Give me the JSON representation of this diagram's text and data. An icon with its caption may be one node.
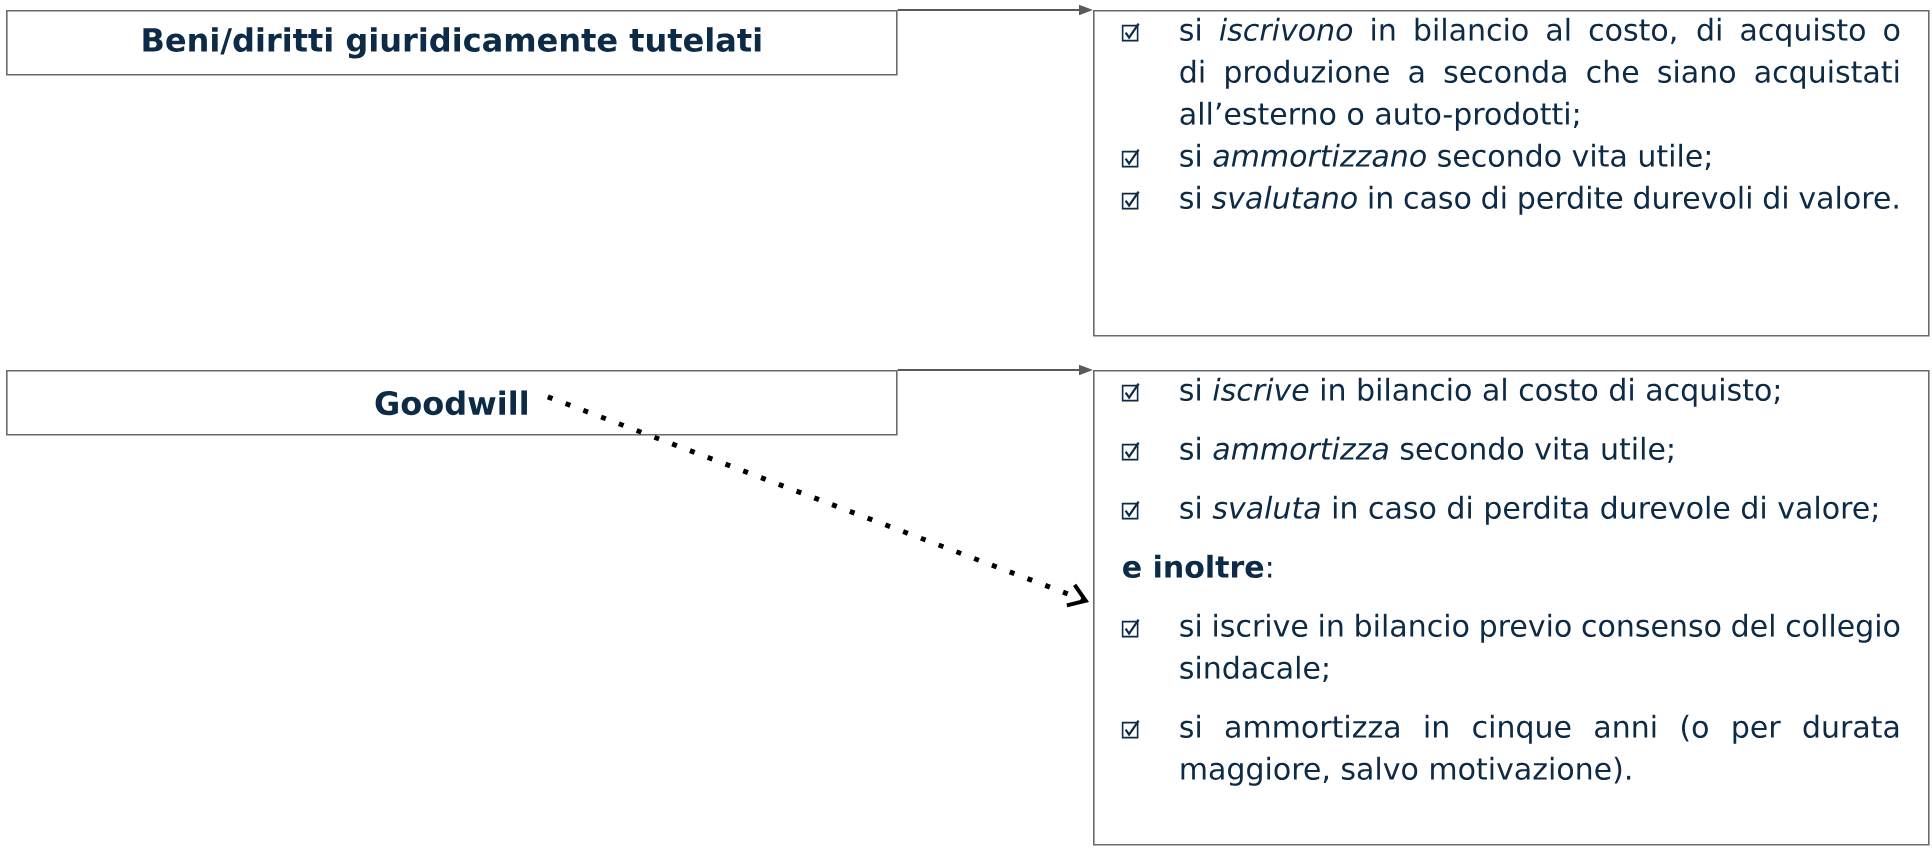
{
  "diagram": {
    "nodes": [
      {
        "text": [
          "Beni/diritti giuridicamente tutelati"
        ]
      },
      {
        "text": [
          "si *iscrivono* in bilancio al costo, di acquisto o di produzione a seconda che siano acquistati all’esterno o auto-prodotti;",
          "si *ammortizzano* secondo vita utile;",
          "si *svalutano* in caso di perdite durevoli di valore."
        ]
      },
      {
        "text": [
          "Goodwill"
        ]
      },
      {
        "text": [
          "si *iscrive* in bilancio al costo di acquisto;",
          "si *ammortizza* secondo vita utile;",
          "si *svaluta* in caso di perdita durevole di valore;",
          "**e inoltre**:",
          "si iscrive in bilancio previo consenso del collegio sindacale;",
          "si ammortizza in cinque anni (o per durata maggiore, salvo motivazione)."
        ]
      }
    ],
    "edges": [
      {
        "from": 0,
        "to": 1,
        "arrow": "to"
      },
      {
        "from": 2,
        "to": 3,
        "arrow": "to"
      },
      {
        "from": 2,
        "to": 3,
        "arrow": "to",
        "style": "dashed",
        "color": "#000000"
      }
    ]
  }
}
